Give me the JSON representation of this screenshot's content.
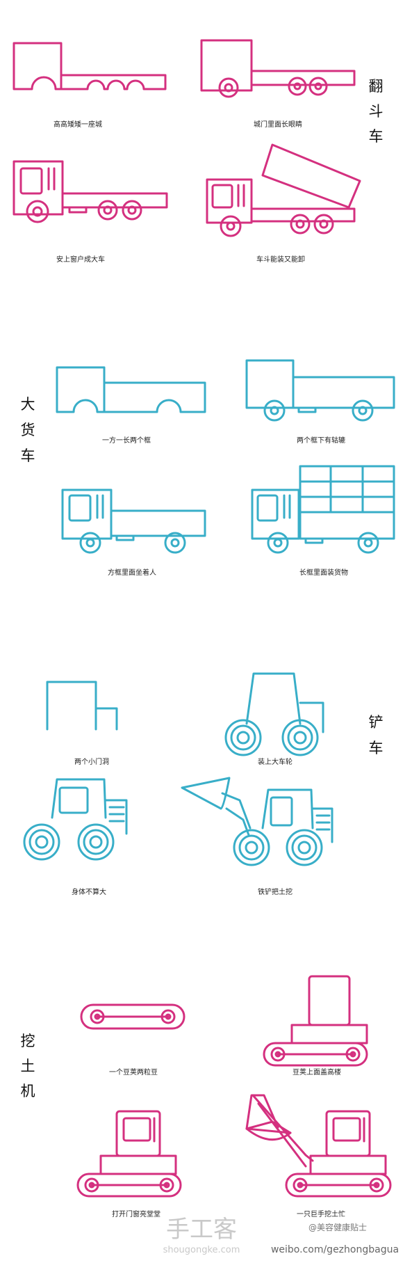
{
  "sections": {
    "dump_truck": {
      "title_chars": [
        "翻",
        "斗",
        "车"
      ],
      "color": "#d4307f",
      "steps": [
        "高高矮矮一座城",
        "城门里面长眼睛",
        "安上窗户成大车",
        "车斗能装又能卸"
      ]
    },
    "truck": {
      "title_chars": [
        "大",
        "货",
        "车"
      ],
      "color": "#38aec8",
      "steps": [
        "一方一长两个框",
        "两个框下有轱辘",
        "方框里面坐着人",
        "长框里面装货物"
      ]
    },
    "loader": {
      "title_chars": [
        "铲",
        "车"
      ],
      "color": "#38aec8",
      "steps": [
        "两个小门洞",
        "装上大车轮",
        "身体不算大",
        "铁铲把土挖"
      ]
    },
    "excavator": {
      "title_chars": [
        "挖",
        "土",
        "机"
      ],
      "color": "#d4307f",
      "steps": [
        "一个豆荚两粒豆",
        "豆荚上面盖高楼",
        "打开门窗亮堂堂",
        "一只巨手挖土忙"
      ]
    }
  },
  "watermarks": {
    "brand": "手工客",
    "site": "shougongke.com",
    "weibo_user": "@美容健康贴士",
    "weibo_url": "weibo.com/gezhongbagua"
  }
}
